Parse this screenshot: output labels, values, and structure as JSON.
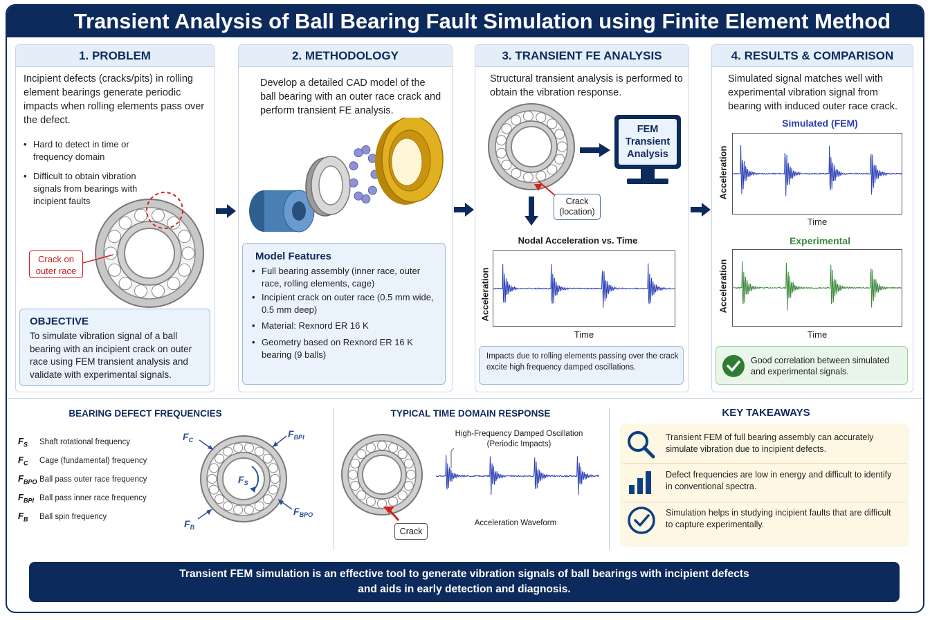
{
  "title": "Transient Analysis of Ball Bearing Fault Simulation using Finite Element Method",
  "problem": {
    "heading": "1. PROBLEM",
    "intro": "Incipient defects (cracks/pits) in rolling element bearings generate periodic impacts when rolling elements pass over the defect.",
    "bullets": [
      "Hard to detect in time or frequency domain",
      "Difficult to obtain vibration signals from bearings with incipient faults"
    ],
    "crack_label_1": "Crack on",
    "crack_label_2": "outer race",
    "objective_title": "OBJECTIVE",
    "objective_text": "To simulate vibration signal of a ball bearing with an incipient crack on outer race using FEM transient analysis and validate with experimental signals."
  },
  "methodology": {
    "heading": "2. METHODOLOGY",
    "intro": "Develop a detailed CAD model of the ball bearing with an outer race crack and perform transient FE analysis.",
    "features_title": "Model Features",
    "features": [
      "Full bearing assembly (inner race, outer race, rolling elements, cage)",
      "Incipient crack on outer race (0.5 mm wide, 0.5 mm deep)",
      "Material: Rexnord ER 16 K",
      "Geometry based on Rexnord ER 16 K bearing (9 balls)"
    ]
  },
  "fe_analysis": {
    "heading": "3. TRANSIENT FE ANALYSIS",
    "intro": "Structural transient analysis is performed to obtain the vibration response.",
    "monitor_1": "FEM",
    "monitor_2": "Transient",
    "monitor_3": "Analysis",
    "crack_1": "Crack",
    "crack_2": "(location)",
    "chart_title": "Nodal Acceleration vs. Time",
    "ylabel": "Acceleration",
    "xlabel": "Time",
    "note": "Impacts due to rolling elements passing over the crack excite high frequency damped oscillations."
  },
  "results": {
    "heading": "4. RESULTS & COMPARISON",
    "intro": "Simulated signal matches well with experimental vibration signal from bearing with induced outer race crack.",
    "sim_title": "Simulated (FEM)",
    "exp_title": "Experimental",
    "ylabel": "Acceleration",
    "xlabel": "Time",
    "note": "Good correlation between simulated and experimental signals."
  },
  "defect_freq": {
    "heading": "BEARING DEFECT FREQUENCIES",
    "items": [
      {
        "sym": "F",
        "sub": "S",
        "desc": "Shaft rotational frequency"
      },
      {
        "sym": "F",
        "sub": "C",
        "desc": "Cage (fundamental) frequency"
      },
      {
        "sym": "F",
        "sub": "BPO",
        "desc": "Ball pass outer race frequency"
      },
      {
        "sym": "F",
        "sub": "BPI",
        "desc": "Ball pass inner race frequency"
      },
      {
        "sym": "F",
        "sub": "B",
        "desc": "Ball spin frequency"
      }
    ]
  },
  "time_domain": {
    "heading": "TYPICAL TIME DOMAIN RESPONSE",
    "label_1": "High-Frequency Damped Oscillation",
    "label_2": "(Periodic Impacts)",
    "waveform": "Acceleration Waveform",
    "crack": "Crack"
  },
  "takeaways": {
    "heading": "KEY TAKEAWAYS",
    "items": [
      "Transient FEM of full bearing assembly can accurately simulate vibration due to incipient defects.",
      "Defect frequencies are low in energy and difficult to identify in conventional spectra.",
      "Simulation helps in studying incipient faults that are difficult to capture experimentally."
    ]
  },
  "footer_1": "Transient FEM simulation is an effective tool to generate vibration signals of ball bearings with incipient defects",
  "footer_2": "and aids in early detection and diagnosis.",
  "colors": {
    "navy": "#0d2a5c",
    "sim_blue": "#2a3fb5",
    "exp_green": "#3c8a3c",
    "crack_red": "#d42020",
    "bronze": "#d4a017"
  }
}
